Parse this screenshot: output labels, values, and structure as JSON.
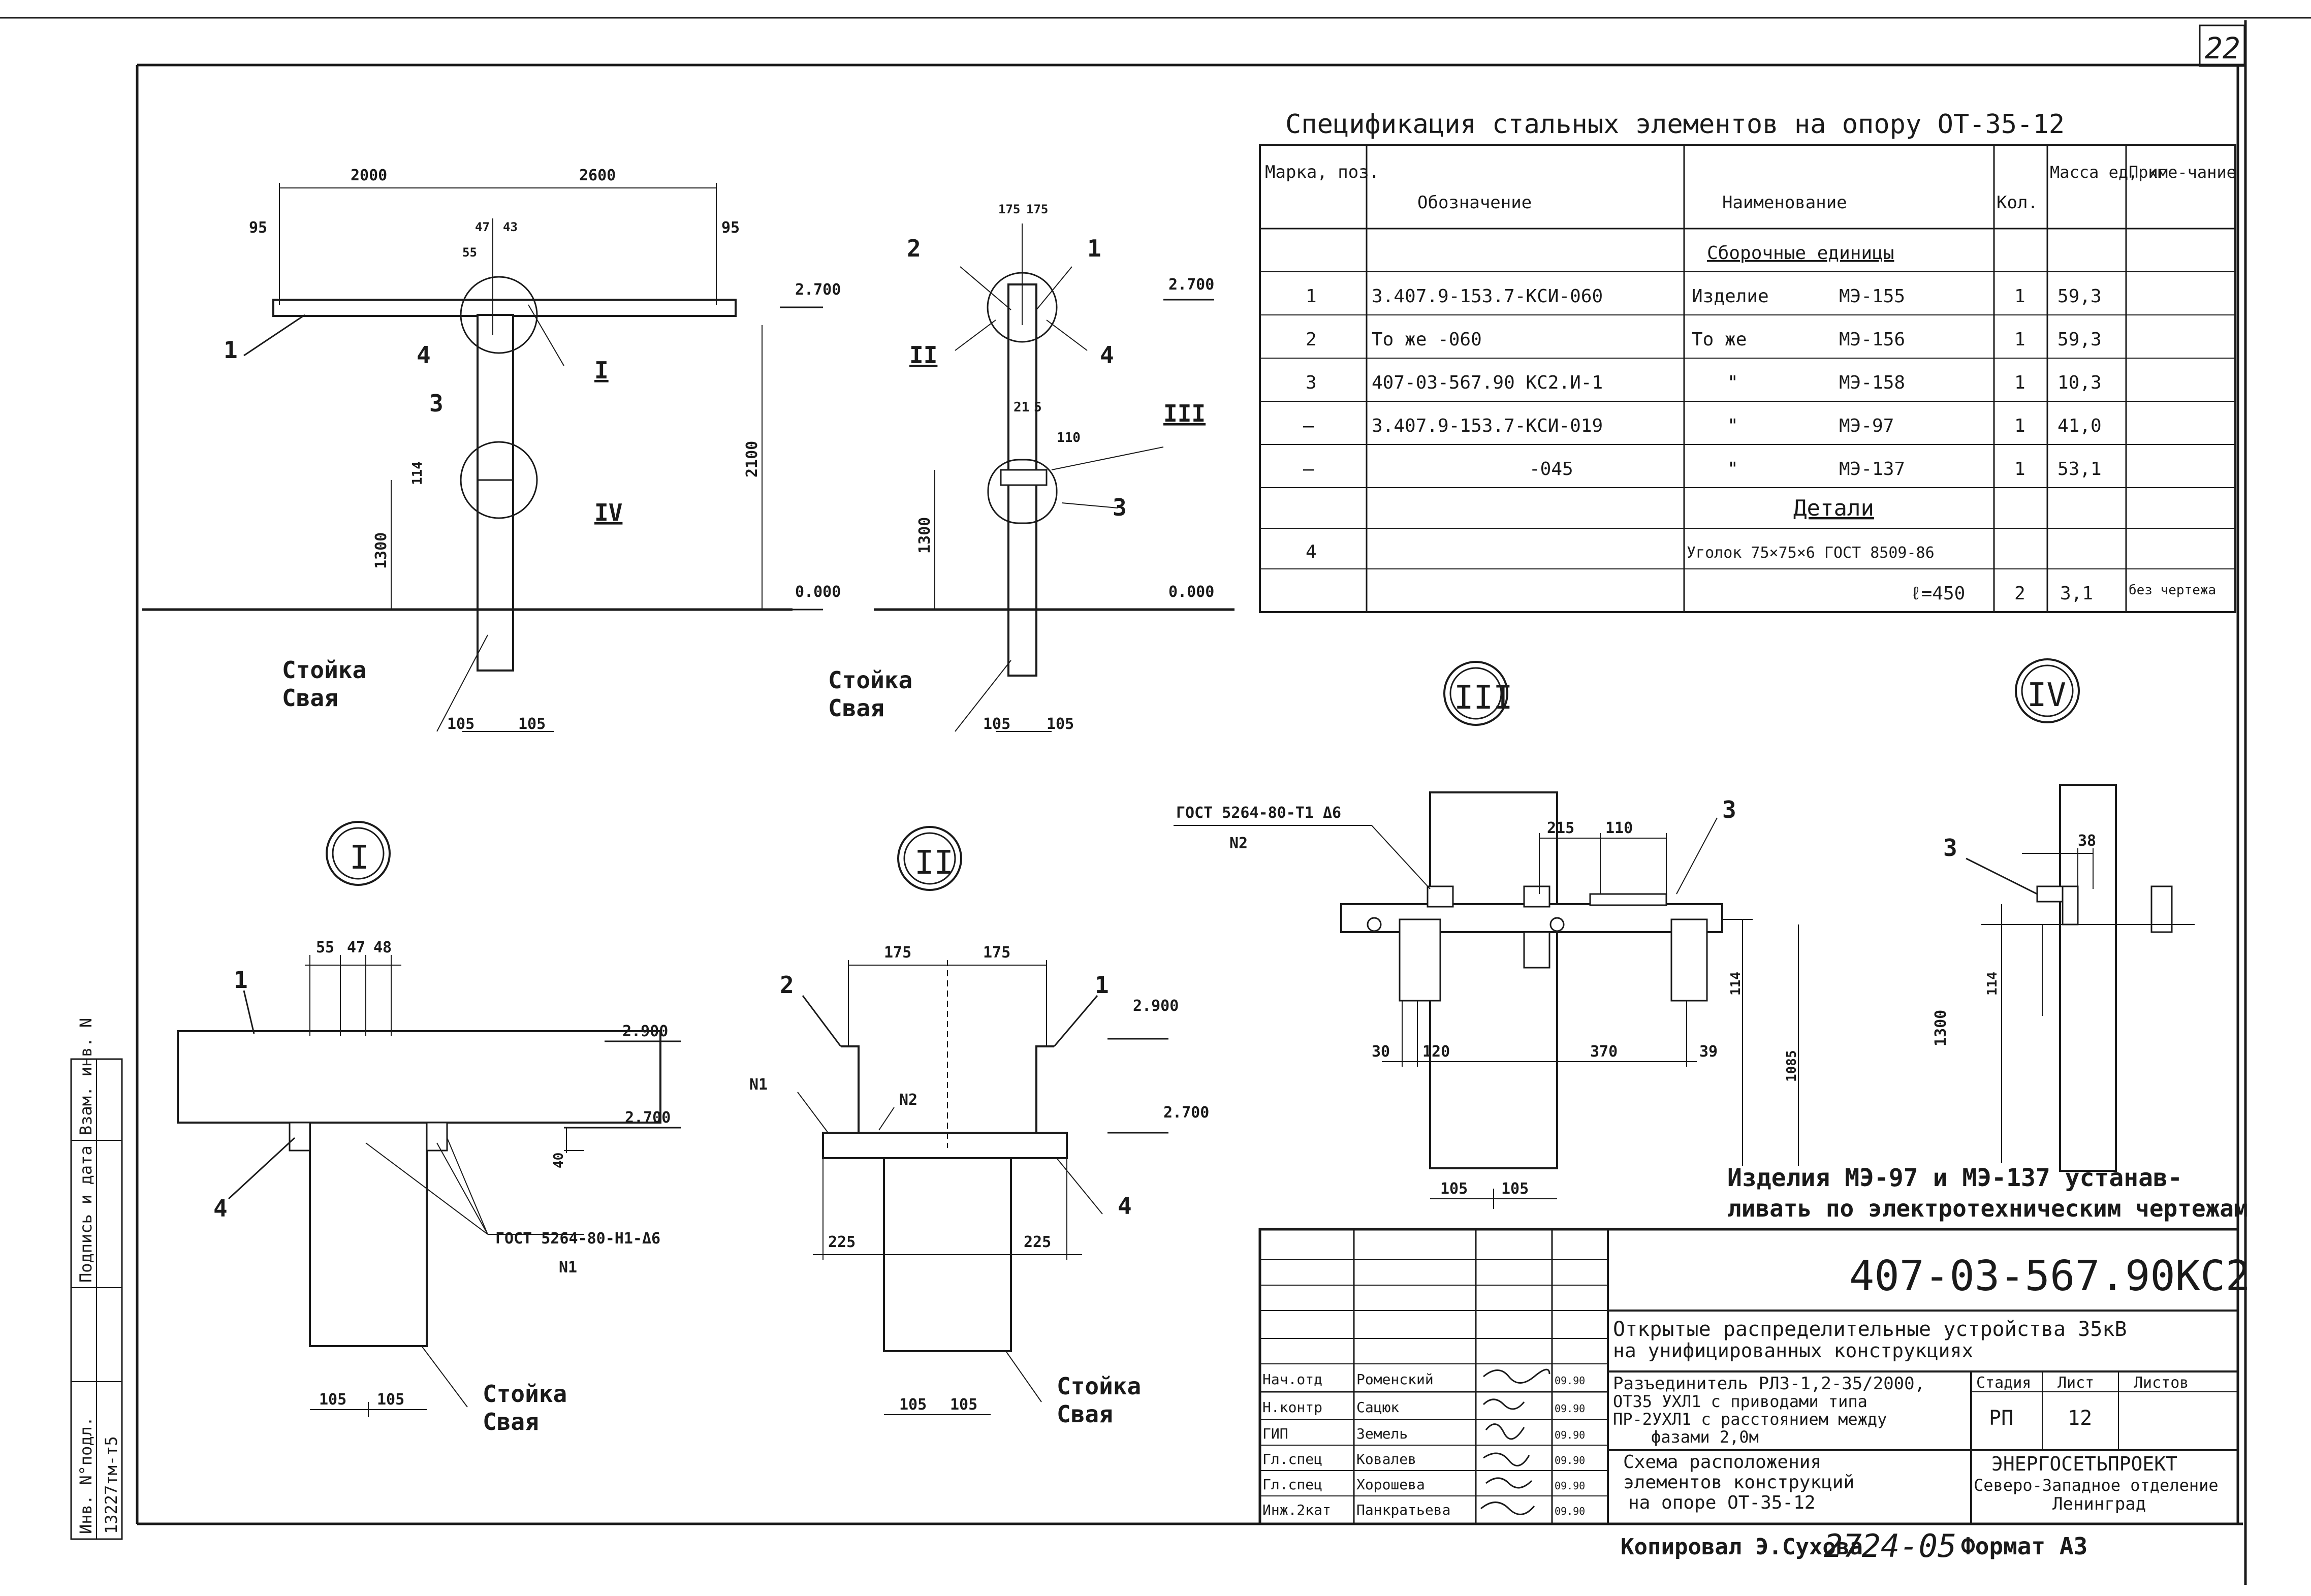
{
  "sheet": {
    "page_number": "22",
    "format_label": "Формат А3",
    "copied_by": "Копировал Э.Сухова",
    "inventory_number": "2724-05"
  },
  "side_stamp": {
    "inv_podl": "Инв. N°подл.",
    "podpis": "Подпись и дата",
    "vzam": "Взам. инв. N",
    "code": "13227тм-т5"
  },
  "spec": {
    "title": "Спецификация стальных элементов на опору ОТ-35-12",
    "headers": [
      "Марка, поз.",
      "Обозначение",
      "Наименование",
      "Кол.",
      "Масса ед, кг",
      "Приме-чание"
    ],
    "section_assembly": "Сборочные единицы",
    "section_details": "Детали",
    "rows": [
      {
        "mark": "1",
        "code": "3.407.9-153.7-КСИ-060",
        "name": "Изделие",
        "item": "МЭ-155",
        "qty": "1",
        "mass": "59,3",
        "note": ""
      },
      {
        "mark": "2",
        "code": "То же -060",
        "name": "То же",
        "item": "МЭ-156",
        "qty": "1",
        "mass": "59,3",
        "note": ""
      },
      {
        "mark": "3",
        "code": "407-03-567.90 КС2.И-1",
        "name": "\"",
        "item": "МЭ-158",
        "qty": "1",
        "mass": "10,3",
        "note": ""
      },
      {
        "mark": "—",
        "code": "3.407.9-153.7-КСИ-019",
        "name": "\"",
        "item": "МЭ-97",
        "qty": "1",
        "mass": "41,0",
        "note": ""
      },
      {
        "mark": "—",
        "code": "-045",
        "name": "\"",
        "item": "МЭ-137",
        "qty": "1",
        "mass": "53,1",
        "note": ""
      }
    ],
    "detail_row": {
      "mark": "4",
      "name": "Уголок 75×75×6 ГОСТ 8509-86",
      "length": "ℓ=450",
      "qty": "2",
      "mass": "3,1",
      "note": "без чертежа"
    }
  },
  "labels": {
    "post": "Стойка",
    "pile": "Свая",
    "node_I": "I",
    "node_II": "II",
    "node_III": "III",
    "node_IV": "IV",
    "weld_nodeI": "ГОСТ 5264-80-Н1-Δ6",
    "weld_nodeI_n": "N1",
    "weld_nodeIII": "ГОСТ 5264-80-Т1 Δ6",
    "weld_nodeIII_n": "N2",
    "weld_n1": "N1",
    "weld_n2": "N2",
    "install_note_1": "Изделия МЭ-97 и МЭ-137 устанав-",
    "install_note_2": "ливать по электротехническим чертежам"
  },
  "levels": {
    "l2700": "2.700",
    "l0000": "0.000",
    "l2900": "2.900"
  },
  "dims": {
    "d2000": "2000",
    "d2600": "2600",
    "d95": "95",
    "d55": "55",
    "d47": "47",
    "d43": "43",
    "d48": "48",
    "d2100": "2100",
    "d1300": "1300",
    "d114": "114",
    "d105": "105",
    "d175": "175",
    "d215": "215",
    "d110": "110",
    "d225": "225",
    "d40": "40",
    "d30": "30",
    "d120": "120",
    "d370": "370",
    "d39": "39",
    "d1085": "1085",
    "d38": "38",
    "d21": "21",
    "d5": "5"
  },
  "title_block": {
    "code": "407-03-567.90КС2",
    "project_1": "Открытые распределительные устройства 35кВ",
    "project_2": "на унифицированных конструкциях",
    "desc_1": "Разъединитель РЛЗ-1,2-35/2000,",
    "desc_2": "ОТ35 УХЛ1 с приводами типа",
    "desc_3": "ПР-2УХЛ1 с расстоянием между",
    "desc_4": "фазами 2,0м",
    "sheet_title_1": "Схема расположения",
    "sheet_title_2": "элементов конструкций",
    "sheet_title_3": "на опоре ОТ-35-12",
    "stage_h": "Стадия",
    "sheet_h": "Лист",
    "sheets_h": "Листов",
    "stage": "РП",
    "sheet": "12",
    "sheets": "",
    "org_1": "ЭНЕРГОСЕТЬПРОЕКТ",
    "org_2": "Северо-Западное отделение",
    "org_3": "Ленинград",
    "people": [
      {
        "role": "Нач.отд",
        "name": "Роменский",
        "date": "09.90"
      },
      {
        "role": "Н.контр",
        "name": "Сацюк",
        "date": "09.90"
      },
      {
        "role": "ГИП",
        "name": "Земель",
        "date": "09.90"
      },
      {
        "role": "Гл.спец",
        "name": "Ковалев",
        "date": "09.90"
      },
      {
        "role": "Гл.спец",
        "name": "Хорошева",
        "date": "09.90"
      },
      {
        "role": "Инж.2кат",
        "name": "Панкратьева",
        "date": "09.90"
      }
    ]
  }
}
